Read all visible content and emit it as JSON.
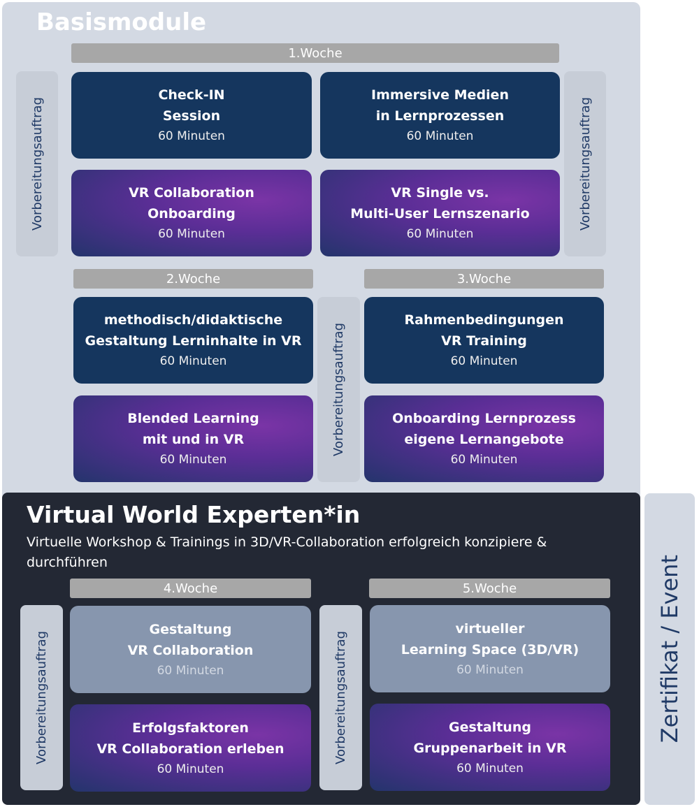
{
  "basis": {
    "title": "Basismodule",
    "prep_label": "Vorbereitungsauftrag",
    "weeks": [
      "1.Woche",
      "2.Woche",
      "3.Woche"
    ],
    "modules": [
      {
        "title1": "Check-IN",
        "title2": "Session",
        "duration": "60 Minuten"
      },
      {
        "title1": "Immersive Medien",
        "title2": "in Lernprozessen",
        "duration": "60 Minuten"
      },
      {
        "title1": "VR Collaboration",
        "title2": "Onboarding",
        "duration": "60 Minuten"
      },
      {
        "title1": "VR Single vs.",
        "title2": "Multi-User Lernszenario",
        "duration": "60 Minuten"
      },
      {
        "title1": "methodisch/didaktische",
        "title2": "Gestaltung Lerninhalte in VR",
        "duration": "60 Minuten"
      },
      {
        "title1": "Rahmenbedingungen",
        "title2": "VR Training",
        "duration": "60 Minuten"
      },
      {
        "title1": "Blended Learning",
        "title2": "mit und in VR",
        "duration": "60 Minuten"
      },
      {
        "title1": "Onboarding Lernprozess",
        "title2": "eigene Lernangebote",
        "duration": "60 Minuten"
      }
    ]
  },
  "expert": {
    "title": "Virtual World Experten*in",
    "subtitle": "Virtuelle Workshop & Trainings in 3D/VR-Collaboration erfolgreich konzipiere & durchführen",
    "prep_label": "Vorbereitungsauftrag",
    "weeks": [
      "4.Woche",
      "5.Woche"
    ],
    "modules": [
      {
        "title1": "Gestaltung",
        "title2": "VR Collaboration",
        "duration": "60 Minuten"
      },
      {
        "title1": "virtueller",
        "title2": "Learning Space (3D/VR)",
        "duration": "60 Minuten"
      },
      {
        "title1": "Erfolgsfaktoren",
        "title2": "VR Collaboration erleben",
        "duration": "60 Minuten"
      },
      {
        "title1": "Gestaltung",
        "title2": "Gruppenarbeit in VR",
        "duration": "60 Minuten"
      }
    ]
  },
  "certificate": {
    "label": "Zertifikat / Event"
  },
  "colors": {
    "panel_light": "#d3d9e3",
    "panel_dark": "#232834",
    "navy": "#15365e",
    "purple": "#6a32a0",
    "grey_box": "#8796ae",
    "week_bar": "#a7a7a7",
    "tab_text": "#203a66"
  }
}
